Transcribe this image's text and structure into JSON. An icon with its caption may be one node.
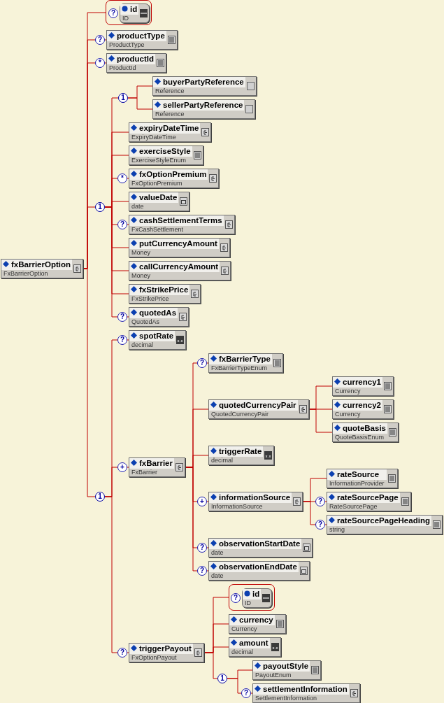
{
  "diagram": {
    "nodes": [
      {
        "text": [
          "fxBarrierOption",
          "FxBarrierOption"
        ]
      },
      {
        "text": [],
        "shape": "box"
      },
      {
        "text": [
          "id",
          "ID"
        ],
        "in": 1,
        "beside": [
          "?"
        ]
      },
      {
        "text": [
          "productType",
          "ProductType"
        ],
        "beside": [
          "?"
        ]
      },
      {
        "text": [
          "productId",
          "ProductId"
        ],
        "beside": [
          "*"
        ]
      },
      {
        "text": [
          "1"
        ]
      },
      {
        "text": [
          "1"
        ]
      },
      {
        "text": [
          "buyerPartyReference",
          "Reference"
        ]
      },
      {
        "text": [
          "sellerPartyReference",
          "Reference"
        ]
      },
      {
        "text": [
          "expiryDateTime",
          "ExpiryDateTime"
        ]
      },
      {
        "text": [
          "exerciseStyle",
          "ExerciseStyleEnum"
        ]
      },
      {
        "text": [
          "fxOptionPremium",
          "FxOptionPremium"
        ],
        "beside": [
          "*"
        ]
      },
      {
        "text": [
          "valueDate",
          "date"
        ]
      },
      {
        "text": [
          "cashSettlementTerms",
          "FxCashSettlement"
        ],
        "beside": [
          "?"
        ]
      },
      {
        "text": [
          "putCurrencyAmount",
          "Money"
        ]
      },
      {
        "text": [
          "callCurrencyAmount",
          "Money"
        ]
      },
      {
        "text": [
          "fxStrikePrice",
          "FxStrikePrice"
        ]
      },
      {
        "text": [
          "quotedAs",
          "QuotedAs"
        ],
        "beside": [
          "?"
        ]
      },
      {
        "text": [
          "1"
        ]
      },
      {
        "text": [
          "spotRate",
          "decimal"
        ],
        "beside": [
          "?"
        ]
      },
      {
        "text": [
          "fxBarrier",
          "FxBarrier"
        ],
        "beside": [
          "+"
        ]
      },
      {
        "text": [
          "fxBarrierType",
          "FxBarrierTypeEnum"
        ],
        "beside": [
          "?"
        ]
      },
      {
        "text": [
          "quotedCurrencyPair",
          "QuotedCurrencyPair"
        ]
      },
      {
        "text": [
          "currency1",
          "Currency"
        ]
      },
      {
        "text": [
          "currency2",
          "Currency"
        ]
      },
      {
        "text": [
          "quoteBasis",
          "QuoteBasisEnum"
        ]
      },
      {
        "text": [
          "triggerRate",
          "decimal"
        ]
      },
      {
        "text": [
          "informationSource",
          "InformationSource"
        ],
        "beside": [
          "+"
        ]
      },
      {
        "text": [
          "rateSource",
          "InformationProvider"
        ]
      },
      {
        "text": [
          "rateSourcePage",
          "RateSourcePage"
        ],
        "beside": [
          "?"
        ]
      },
      {
        "text": [
          "rateSourcePageHeading",
          "string"
        ],
        "beside": [
          "?"
        ]
      },
      {
        "text": [
          "observationStartDate",
          "date"
        ],
        "beside": [
          "?"
        ]
      },
      {
        "text": [
          "observationEndDate",
          "date"
        ],
        "beside": [
          "?"
        ]
      },
      {
        "text": [
          "triggerPayout",
          "FxOptionPayout"
        ],
        "beside": [
          "?"
        ]
      },
      {
        "text": [],
        "shape": "box"
      },
      {
        "text": [
          "id",
          "ID"
        ],
        "in": 34,
        "beside": [
          "?"
        ]
      },
      {
        "text": [
          "currency",
          "Currency"
        ]
      },
      {
        "text": [
          "amount",
          "decimal"
        ]
      },
      {
        "text": [
          "1"
        ]
      },
      {
        "text": [
          "payoutStyle",
          "PayoutEnum"
        ]
      },
      {
        "text": [
          "settlementInformation",
          "SettlementInformation"
        ],
        "beside": [
          "?"
        ]
      }
    ],
    "edges": [
      {
        "from": 0,
        "to": 1,
        "arrow": "none"
      },
      {
        "from": 0,
        "to": 3,
        "arrow": "none"
      },
      {
        "from": 0,
        "to": 4,
        "arrow": "none"
      },
      {
        "from": 0,
        "to": 5,
        "arrow": "none"
      },
      {
        "from": 0,
        "to": 18,
        "arrow": "none"
      },
      {
        "from": 5,
        "to": 6,
        "arrow": "none"
      },
      {
        "from": 5,
        "to": 9,
        "arrow": "none"
      },
      {
        "from": 5,
        "to": 10,
        "arrow": "none"
      },
      {
        "from": 5,
        "to": 11,
        "arrow": "none"
      },
      {
        "from": 5,
        "to": 12,
        "arrow": "none"
      },
      {
        "from": 5,
        "to": 13,
        "arrow": "none"
      },
      {
        "from": 5,
        "to": 14,
        "arrow": "none"
      },
      {
        "from": 5,
        "to": 15,
        "arrow": "none"
      },
      {
        "from": 5,
        "to": 16,
        "arrow": "none"
      },
      {
        "from": 5,
        "to": 17,
        "arrow": "none"
      },
      {
        "from": 6,
        "to": 7,
        "arrow": "none"
      },
      {
        "from": 6,
        "to": 8,
        "arrow": "none"
      },
      {
        "from": 18,
        "to": 19,
        "arrow": "none"
      },
      {
        "from": 18,
        "to": 20,
        "arrow": "none"
      },
      {
        "from": 18,
        "to": 33,
        "arrow": "none"
      },
      {
        "from": 20,
        "to": 21,
        "arrow": "none"
      },
      {
        "from": 20,
        "to": 22,
        "arrow": "none"
      },
      {
        "from": 20,
        "to": 26,
        "arrow": "none"
      },
      {
        "from": 20,
        "to": 27,
        "arrow": "none"
      },
      {
        "from": 20,
        "to": 31,
        "arrow": "none"
      },
      {
        "from": 20,
        "to": 32,
        "arrow": "none"
      },
      {
        "from": 22,
        "to": 23,
        "arrow": "none"
      },
      {
        "from": 22,
        "to": 24,
        "arrow": "none"
      },
      {
        "from": 22,
        "to": 25,
        "arrow": "none"
      },
      {
        "from": 27,
        "to": 28,
        "arrow": "none"
      },
      {
        "from": 27,
        "to": 29,
        "arrow": "none"
      },
      {
        "from": 27,
        "to": 30,
        "arrow": "none"
      },
      {
        "from": 33,
        "to": 34,
        "arrow": "none"
      },
      {
        "from": 33,
        "to": 36,
        "arrow": "none"
      },
      {
        "from": 33,
        "to": 37,
        "arrow": "none"
      },
      {
        "from": 33,
        "to": 38,
        "arrow": "none"
      },
      {
        "from": 38,
        "to": 39,
        "arrow": "none"
      },
      {
        "from": 38,
        "to": 40,
        "arrow": "none"
      }
    ]
  }
}
